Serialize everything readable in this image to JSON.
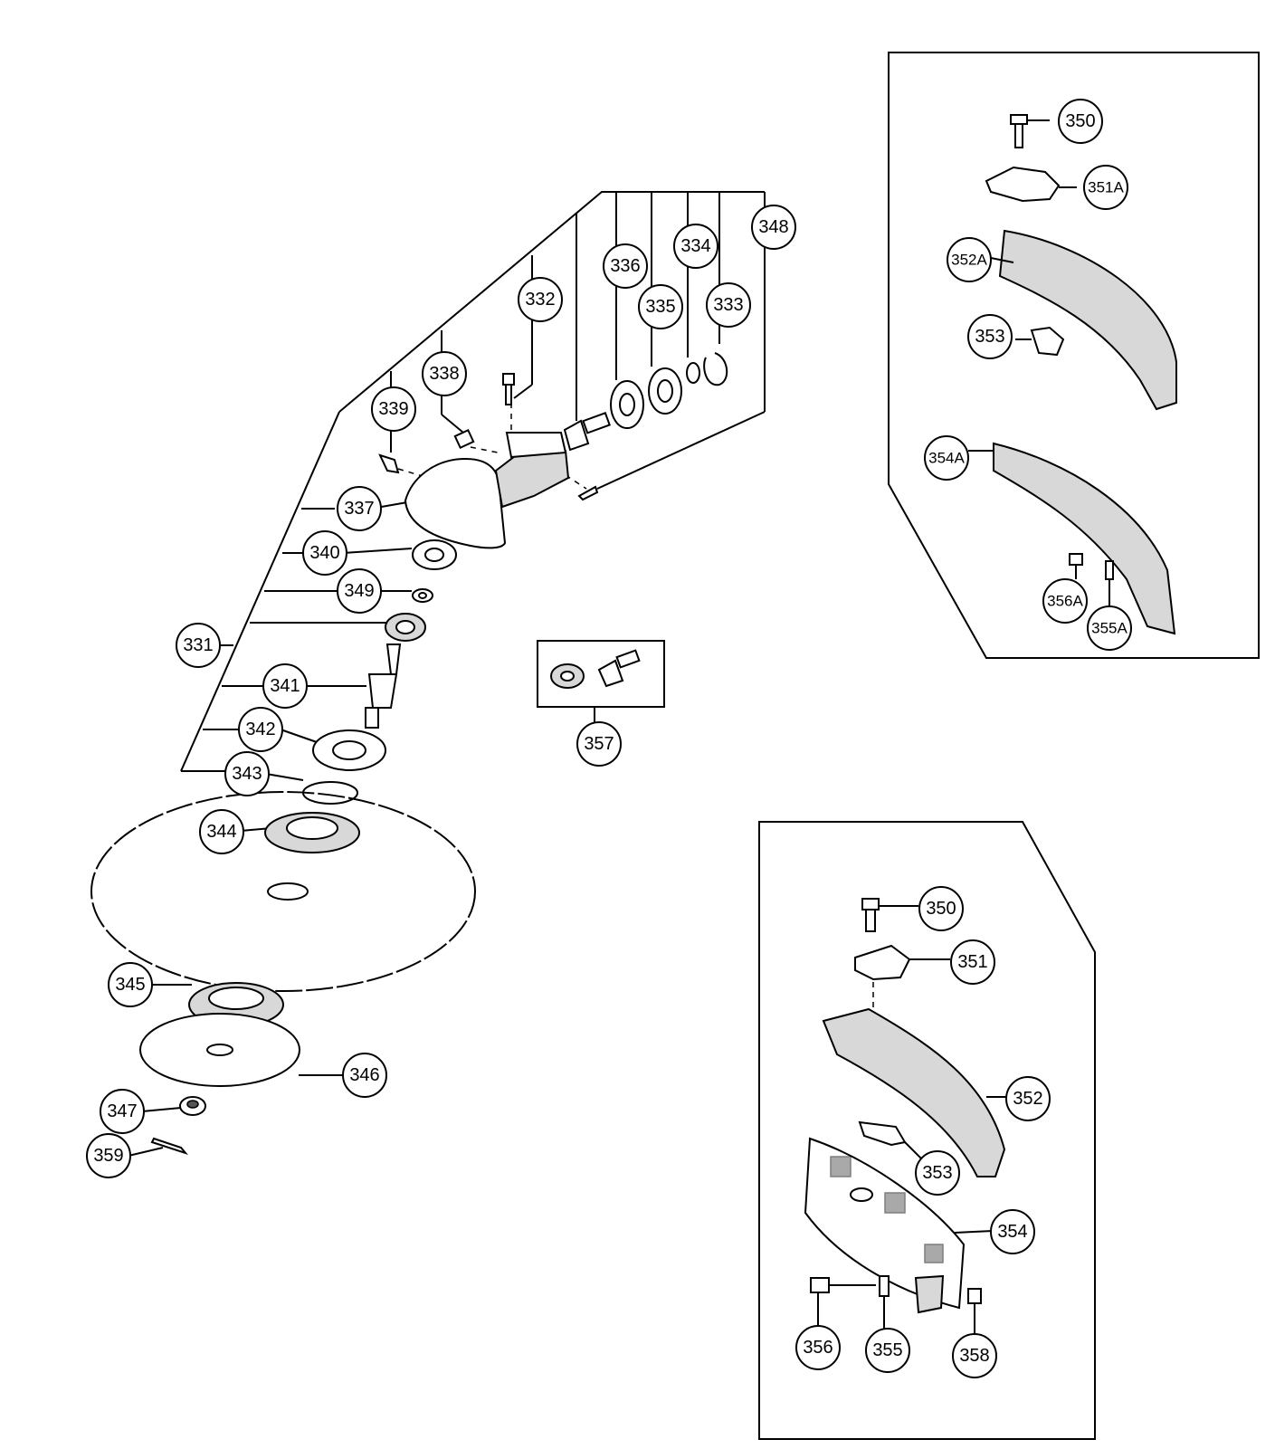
{
  "callouts": [
    {
      "id": "331",
      "label": "331"
    },
    {
      "id": "332",
      "label": "332"
    },
    {
      "id": "333",
      "label": "333"
    },
    {
      "id": "334",
      "label": "334"
    },
    {
      "id": "335",
      "label": "335"
    },
    {
      "id": "336",
      "label": "336"
    },
    {
      "id": "337",
      "label": "337"
    },
    {
      "id": "338",
      "label": "338"
    },
    {
      "id": "339",
      "label": "339"
    },
    {
      "id": "340",
      "label": "340"
    },
    {
      "id": "341",
      "label": "341"
    },
    {
      "id": "342",
      "label": "342"
    },
    {
      "id": "343",
      "label": "343"
    },
    {
      "id": "344",
      "label": "344"
    },
    {
      "id": "345",
      "label": "345"
    },
    {
      "id": "346",
      "label": "346"
    },
    {
      "id": "347",
      "label": "347"
    },
    {
      "id": "348",
      "label": "348"
    },
    {
      "id": "349",
      "label": "349"
    },
    {
      "id": "357",
      "label": "357"
    },
    {
      "id": "359",
      "label": "359"
    },
    {
      "id": "350a",
      "label": "350"
    },
    {
      "id": "351A",
      "label": "351A"
    },
    {
      "id": "352A",
      "label": "352A"
    },
    {
      "id": "353a",
      "label": "353"
    },
    {
      "id": "354A",
      "label": "354A"
    },
    {
      "id": "355A",
      "label": "355A"
    },
    {
      "id": "356A",
      "label": "356A"
    },
    {
      "id": "350b",
      "label": "350"
    },
    {
      "id": "351",
      "label": "351"
    },
    {
      "id": "352",
      "label": "352"
    },
    {
      "id": "353b",
      "label": "353"
    },
    {
      "id": "354",
      "label": "354"
    },
    {
      "id": "355",
      "label": "355"
    },
    {
      "id": "356",
      "label": "356"
    },
    {
      "id": "358",
      "label": "358"
    }
  ]
}
